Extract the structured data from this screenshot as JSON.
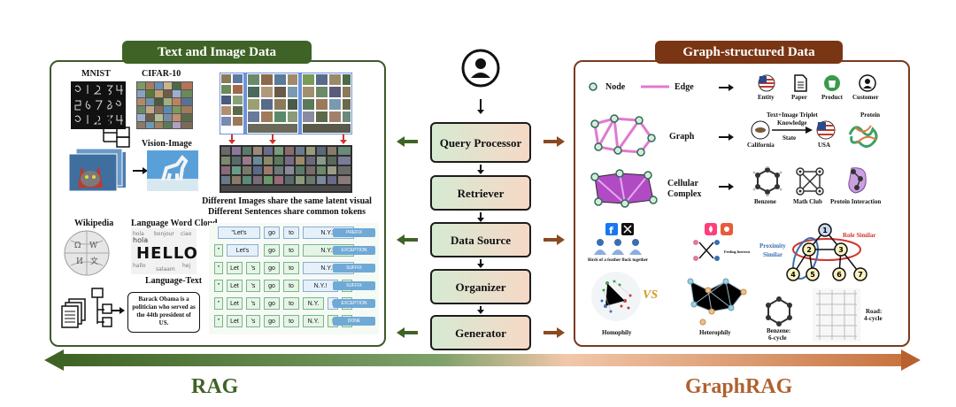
{
  "left_panel": {
    "title": "Text and Image Data",
    "mnist_label": "MNIST",
    "cifar_label": "CIFAR-10",
    "vision_image_label": "Vision-Image",
    "latent_caption_1": "Different Images share the same latent visual",
    "latent_caption_2": "Different Sentences share common tokens",
    "wikipedia_label": "Wikipedia",
    "word_cloud_label": "Language Word Cloud",
    "word_cloud_word": "HELLO",
    "language_text_label": "Language-Text",
    "doc_text": "Barack Obama is a politician who served as the 44th president of US.",
    "tokens": {
      "row1": [
        "\"Let's",
        "go",
        "to",
        "N.Y.!\""
      ],
      "row2": [
        "\"",
        "Let's",
        "go",
        "to",
        "N.Y.!\""
      ],
      "row3": [
        "\"",
        "Let",
        "'s",
        "go",
        "to",
        "N.Y.!\""
      ],
      "row4": [
        "\"",
        "Let",
        "'s",
        "go",
        "to",
        "N.Y.!",
        "\""
      ],
      "row5": [
        "\"",
        "Let",
        "'s",
        "go",
        "to",
        "N.Y.",
        "!",
        "\""
      ],
      "row6": [
        "\"",
        "Let",
        "'s",
        "go",
        "to",
        "N.Y.",
        "!",
        "\""
      ],
      "tags": [
        "PREFIX",
        "EXCEPTION",
        "SUFFIX",
        "SUFFIX",
        "EXCEPTION",
        "DONE"
      ]
    }
  },
  "right_panel": {
    "title": "Graph-structured Data",
    "node_label": "Node",
    "edge_label": "Edge",
    "entity_label": "Entity",
    "paper_label": "Paper",
    "product_label": "Product",
    "customer_label": "Customer",
    "graph_label": "Graph",
    "triplet_label_1": "Text+Image Triplet",
    "triplet_label_2": "Knowledge",
    "protein_label": "Protein",
    "california_label": "California",
    "state_label": "State",
    "usa_label": "USA",
    "cellular_label_1": "Cellular",
    "cellular_label_2": "Complex",
    "benzene_label": "Benzene",
    "math_club_label": "Math Club",
    "protein_interaction_label": "Protein Interaction",
    "birds_label": "Birds of a feather flock together",
    "feeding_label": "Feeding Interests",
    "homophily_label": "Homophily",
    "vs_label": "VS",
    "heterophily_label": "Heterophily",
    "role_similar_label": "Role Similar",
    "proximity_label_1": "Proximity",
    "proximity_label_2": "Similar",
    "benzene_cycle_1": "Benzene:",
    "benzene_cycle_2": "6-cycle",
    "road_label_1": "Road:",
    "road_label_2": "4-cycle",
    "node_numbers": [
      "1",
      "2",
      "3",
      "4",
      "5",
      "6",
      "7"
    ]
  },
  "pipeline": {
    "steps": [
      "Query Processor",
      "Retriever",
      "Data Source",
      "Organizer",
      "Generator"
    ],
    "user_icon": "user-icon"
  },
  "bottom": {
    "left_label": "RAG",
    "right_label": "GraphRAG"
  },
  "colors": {
    "rag_green": "#3f6326",
    "graphrag_brown": "#7a3514",
    "edge_pink": "#e07ad0",
    "cell_purple": "#b14bc4"
  }
}
